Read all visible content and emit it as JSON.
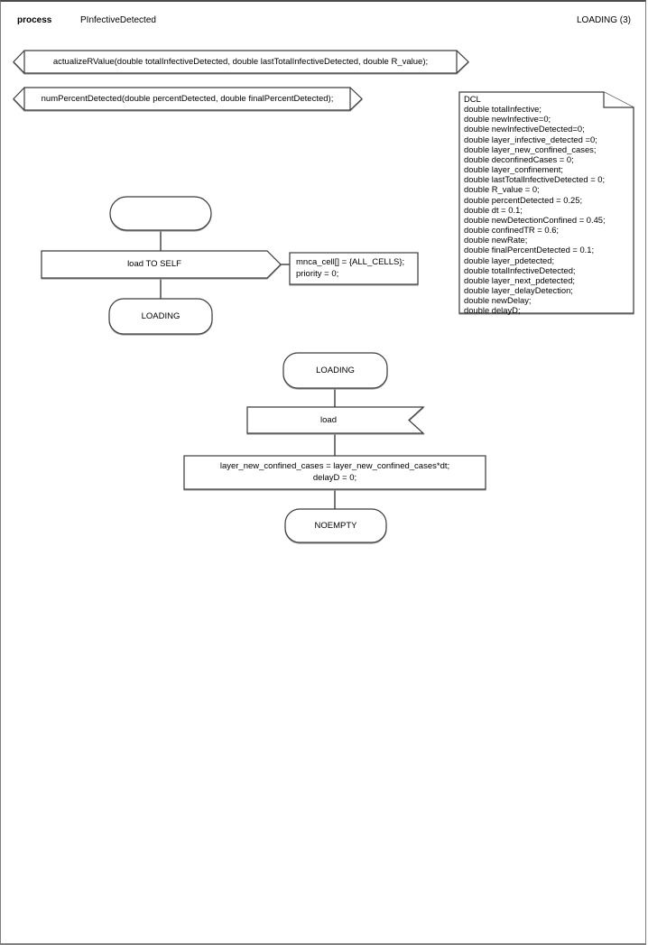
{
  "header": {
    "kind_label": "process",
    "process_name": "PInfectiveDetected",
    "page_label": "LOADING (3)"
  },
  "procedures": [
    {
      "signature": "actualizeRValue(double totalInfectiveDetected, double lastTotalInfectiveDetected, double R_value);"
    },
    {
      "signature": "numPercentDetected(double percentDetected, double finalPercentDetected);"
    }
  ],
  "dcl": {
    "lines": [
      "DCL",
      "double totalInfective;",
      "double newInfective=0;",
      "double newInfectiveDetected=0;",
      "double layer_infective_detected =0;",
      "double layer_new_confined_cases;",
      "double deconfinedCases = 0;",
      "double layer_confinement;",
      "double lastTotalInfectiveDetected = 0;",
      "double R_value = 0;",
      "double percentDetected = 0.25;",
      "double dt = 0.1;",
      "double newDetectionConfined = 0.45;",
      "double confinedTR = 0.6;",
      "double newRate;",
      "double finalPercentDetected = 0.1;",
      "double layer_pdetected;",
      "double totalInfectiveDetected;",
      "double layer_next_pdetected;",
      "double layer_delayDetection;",
      "double newDelay;",
      "double delayD;"
    ]
  },
  "flow_start": {
    "start_label": "",
    "output_label": "load TO SELF",
    "output_extension": [
      "mnca_cell[] = {ALL_CELLS};",
      "priority = 0;"
    ],
    "next_state": "LOADING"
  },
  "flow_loading": {
    "state": "LOADING",
    "input_label": "load",
    "task_lines": [
      "layer_new_confined_cases = layer_new_confined_cases*dt;",
      "delayD = 0;"
    ],
    "next_state": "NOEMPTY"
  }
}
